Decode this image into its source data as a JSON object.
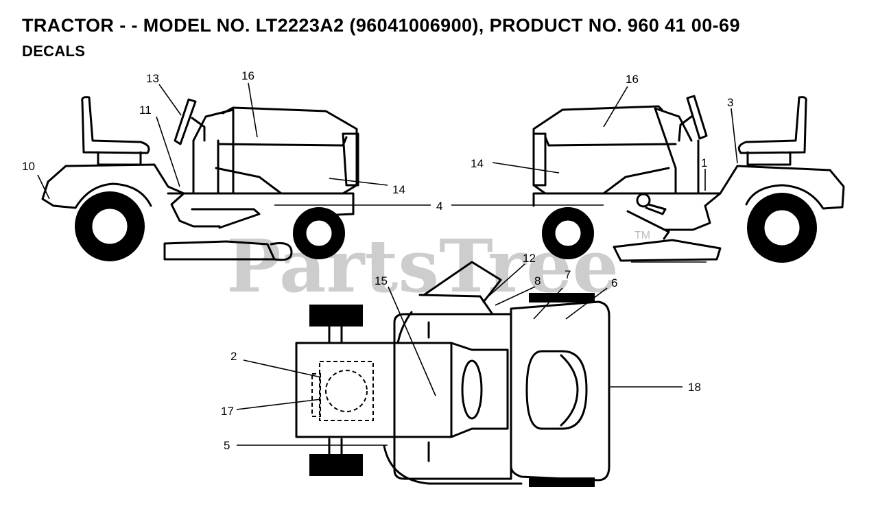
{
  "header": {
    "title": "TRACTOR - - MODEL NO. LT2223A2 (96041006900), PRODUCT NO. 960 41 00-69",
    "subtitle": "DECALS"
  },
  "watermark": {
    "text": "PartsTree",
    "tm": "TM"
  },
  "callouts": {
    "c1": "1",
    "c2": "2",
    "c3": "3",
    "c4": "4",
    "c5": "5",
    "c6": "6",
    "c7": "7",
    "c8": "8",
    "c10": "10",
    "c11": "11",
    "c12": "12",
    "c13": "13",
    "c14a": "14",
    "c14b": "14",
    "c15": "15",
    "c16a": "16",
    "c16b": "16",
    "c17": "17",
    "c18": "18"
  }
}
